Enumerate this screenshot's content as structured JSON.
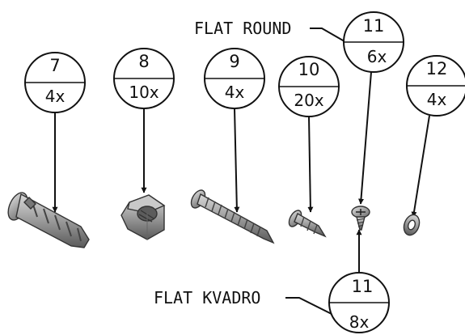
{
  "labels": {
    "flat_round": "FLAT ROUND",
    "flat_kvadro": "FLAT KVADRO"
  },
  "callouts": [
    {
      "id": "c7",
      "number": "7",
      "qty": "4x"
    },
    {
      "id": "c8",
      "number": "8",
      "qty": "10x"
    },
    {
      "id": "c9",
      "number": "9",
      "qty": "4x"
    },
    {
      "id": "c10",
      "number": "10",
      "qty": "20x"
    },
    {
      "id": "c11a",
      "number": "11",
      "qty": "6x"
    },
    {
      "id": "c12",
      "number": "12",
      "qty": "4x"
    },
    {
      "id": "c11b",
      "number": "11",
      "qty": "8x"
    }
  ],
  "parts": [
    {
      "name": "wall-plug-icon"
    },
    {
      "name": "hex-nut-icon"
    },
    {
      "name": "long-screw-icon"
    },
    {
      "name": "short-screw-icon"
    },
    {
      "name": "cross-head-screw-icon"
    },
    {
      "name": "washer-icon"
    }
  ]
}
